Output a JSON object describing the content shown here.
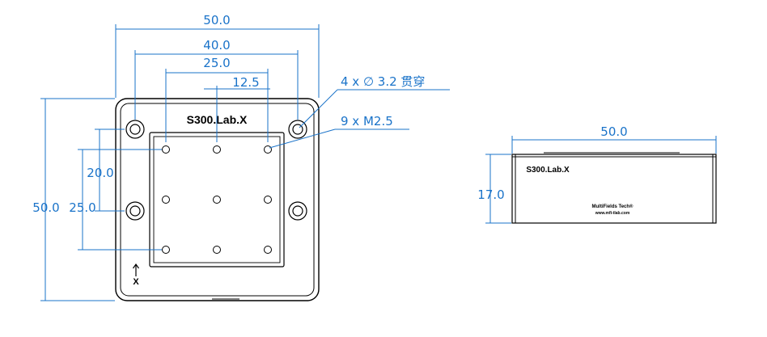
{
  "top_view": {
    "model_label": "S300.Lab.X",
    "axis_label": "X",
    "dimensions": {
      "overall_width": "50.0",
      "hole_spacing_outer": "40.0",
      "grid_span": "25.0",
      "grid_pitch": "12.5",
      "overall_height": "50.0",
      "vertical_span": "25.0",
      "vertical_offset": "20.0"
    },
    "callouts": {
      "through_holes": "4 x ∅ 3.2 贯穿",
      "threaded_holes": "9 x  M2.5"
    }
  },
  "side_view": {
    "model_label": "S300.Lab.X",
    "brand_line1": "MultiFields Tech®",
    "brand_line2": "www.mfi-tlab.com",
    "dimensions": {
      "width": "50.0",
      "height": "17.0"
    }
  },
  "colors": {
    "dimension": "#1a73c9",
    "outline": "#000000"
  }
}
